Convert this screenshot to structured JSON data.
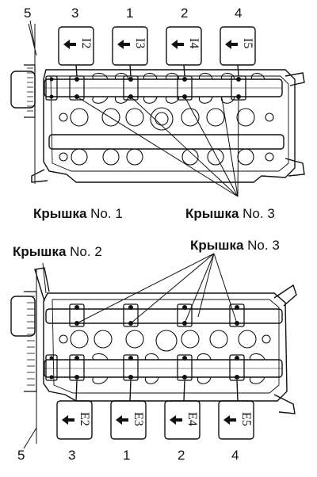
{
  "top_view": {
    "ref_number": "5",
    "cap_numbers": [
      "3",
      "1",
      "2",
      "4"
    ],
    "cap_marks": [
      "I2",
      "I3",
      "I4",
      "I5"
    ]
  },
  "bottom_view": {
    "ref_number": "5",
    "cap_numbers": [
      "3",
      "1",
      "2",
      "4"
    ],
    "cap_marks": [
      "E2",
      "E3",
      "E4",
      "E5"
    ]
  },
  "labels": {
    "cap1": {
      "word": "Крышка",
      "num": "No. 1"
    },
    "cap3_top": {
      "word": "Крышка",
      "num": "No. 3"
    },
    "cap2": {
      "word": "Крышка",
      "num": "No. 2"
    },
    "cap3_bottom": {
      "word": "Крышка",
      "num": "No. 3"
    }
  }
}
